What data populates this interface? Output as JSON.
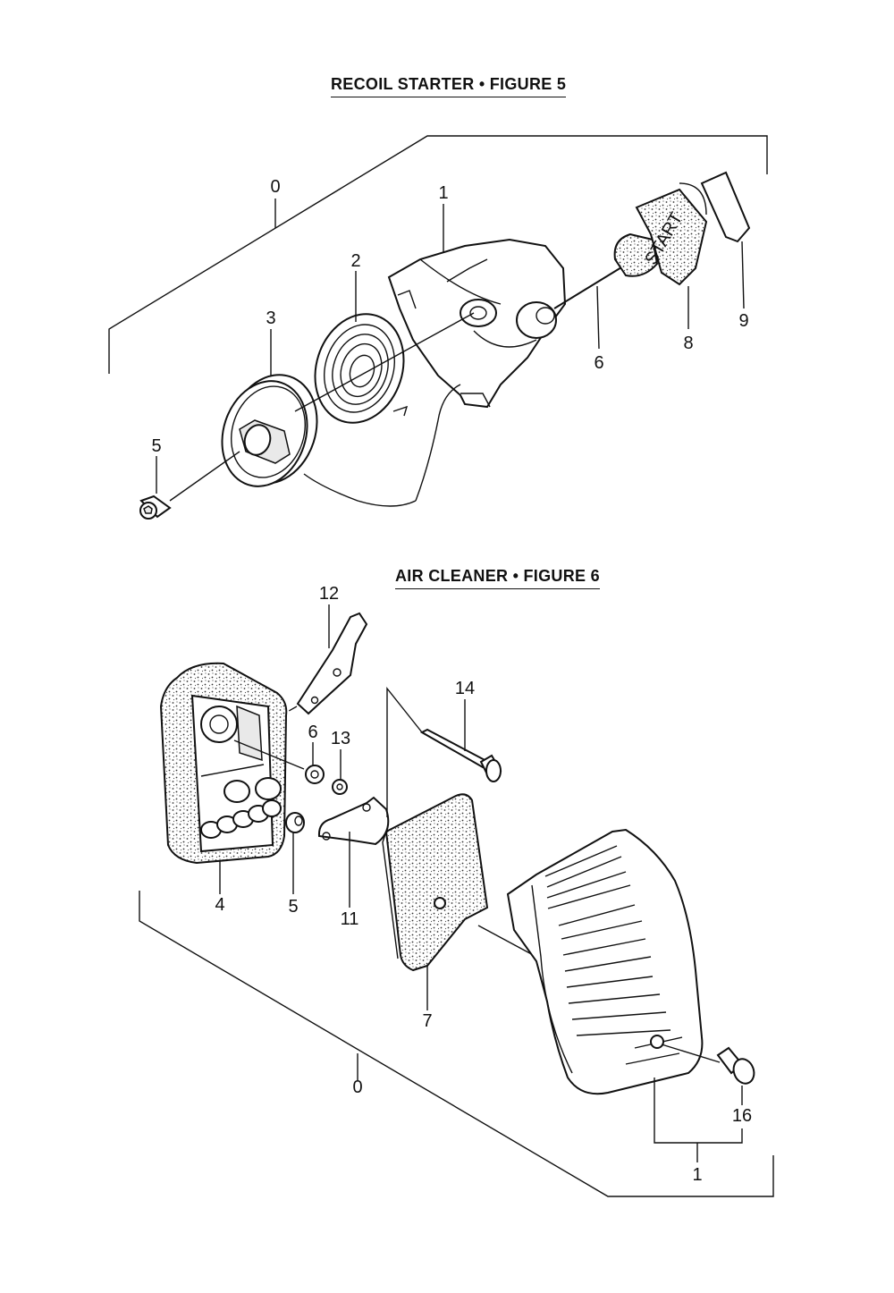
{
  "figures": [
    {
      "title": "RECOIL STARTER • FIGURE 5",
      "callouts": [
        "0",
        "1",
        "2",
        "3",
        "5",
        "6",
        "8",
        "9"
      ],
      "grip_text": "START"
    },
    {
      "title": "AIR CLEANER • FIGURE 6",
      "callouts": [
        "12",
        "14",
        "6",
        "13",
        "4",
        "5",
        "11",
        "7",
        "0",
        "16",
        "1"
      ]
    }
  ]
}
